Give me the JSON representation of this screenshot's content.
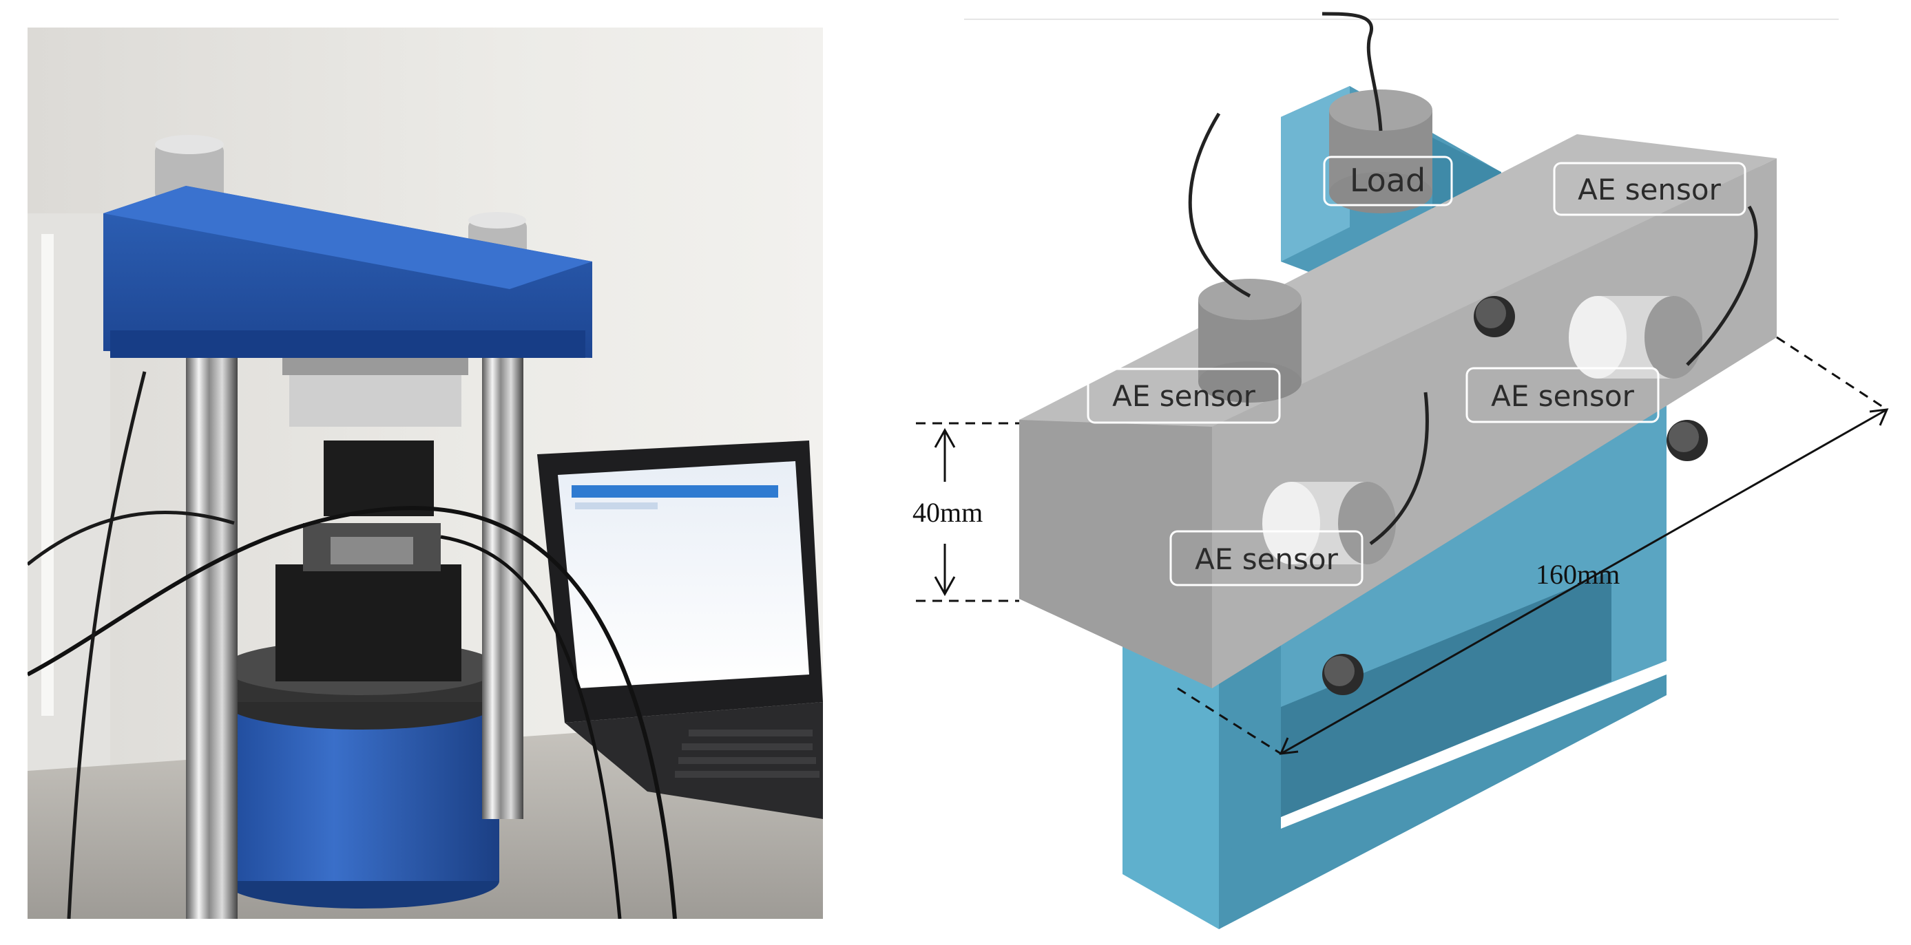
{
  "photo": {
    "subject": "compression testing machine with acoustic emission sensors and laptop"
  },
  "diagram": {
    "labels": {
      "load": "Load",
      "sensor_top": "AE sensor",
      "sensor_left": "AE sensor",
      "sensor_right": "AE sensor",
      "sensor_front": "AE sensor"
    },
    "dimensions": {
      "height": "40mm",
      "length": "160mm"
    },
    "colors": {
      "fixture": "#5ba8c4",
      "specimen": "#b3b3b3",
      "label_border": "#ffffff"
    }
  }
}
